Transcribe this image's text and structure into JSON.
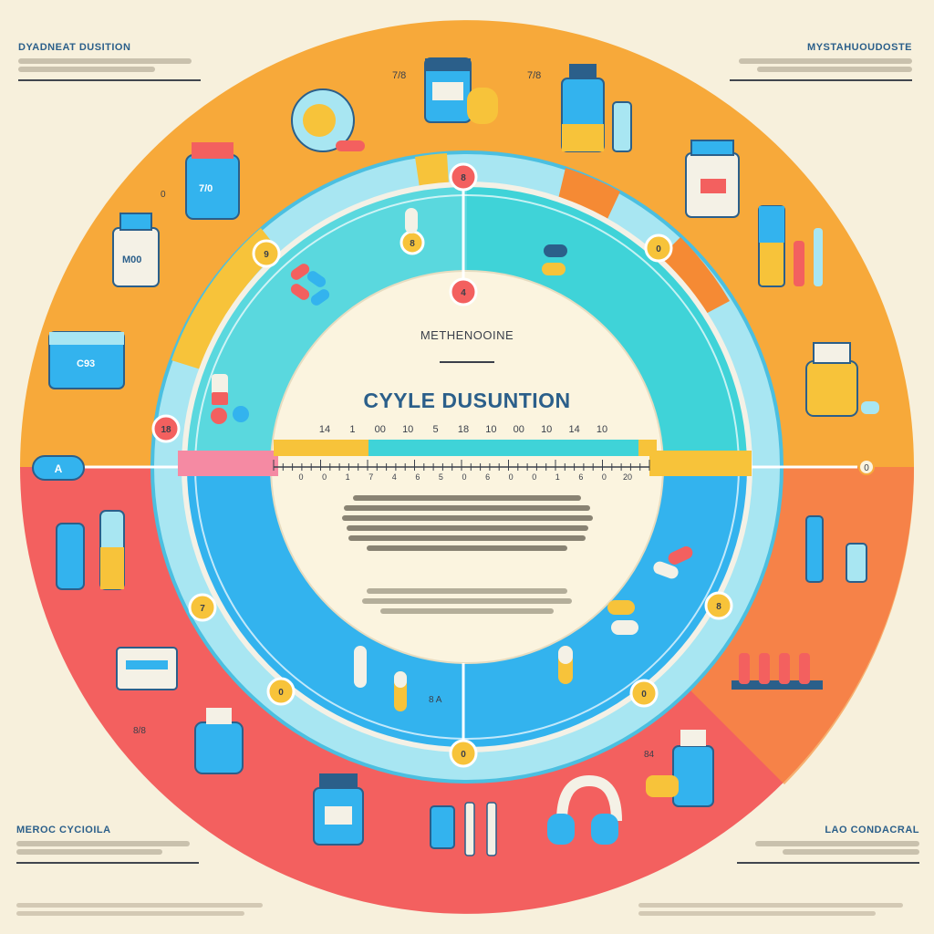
{
  "diagram": {
    "subtitle": "METHENOOINE",
    "title": "CYYLE DUSUNTION",
    "top_scale_labels": [
      "14",
      "1",
      "00",
      "10",
      "5",
      "18",
      "10",
      "00",
      "10",
      "14",
      "10"
    ],
    "bottom_scale_labels": [
      "0",
      "0",
      "1",
      "7",
      "4",
      "6",
      "5",
      "0",
      "6",
      "0",
      "0",
      "1",
      "6",
      "0",
      "20"
    ],
    "markers": [
      {
        "id": "top",
        "label": "8"
      },
      {
        "id": "upper-left",
        "label": "9"
      },
      {
        "id": "upper-right",
        "label": "0"
      },
      {
        "id": "left",
        "label": "18"
      },
      {
        "id": "lower-left",
        "label": "7"
      },
      {
        "id": "lower-right",
        "label": "8"
      },
      {
        "id": "bottom-left",
        "label": "0"
      },
      {
        "id": "bottom-right",
        "label": "0"
      },
      {
        "id": "bottom",
        "label": "0"
      },
      {
        "id": "inner-top",
        "label": "4"
      },
      {
        "id": "inner-capsule",
        "label": "8"
      }
    ],
    "left_tab_label": "A",
    "right_end_label": "0"
  },
  "corners": {
    "top_left": "DYADNEAT DUSITION",
    "top_right": "MYSTAHUOUDOSTE",
    "bottom_left": "MEROC CYCIOILA",
    "bottom_right": "LAO CONDACRAL"
  },
  "ring_labels": {
    "outer_left_1": "7/8",
    "outer_right_1": "7/8",
    "outer_left_2": "0",
    "box_left": "C93",
    "jar_left": "7/0",
    "bottle_left": "M00",
    "outer_bottom_left": "8/8",
    "outer_right_mid": "84",
    "inner_bottom": "8 A"
  },
  "colors": {
    "bg": "#f7f0dc",
    "orange": "#f7a93a",
    "red": "#f3605f",
    "teal": "#3fd3d8",
    "blue": "#33b3ee",
    "lightblue": "#a8e6f2",
    "navy": "#2b5f8a",
    "yellow": "#f7c33a",
    "cream": "#fbf4df"
  }
}
